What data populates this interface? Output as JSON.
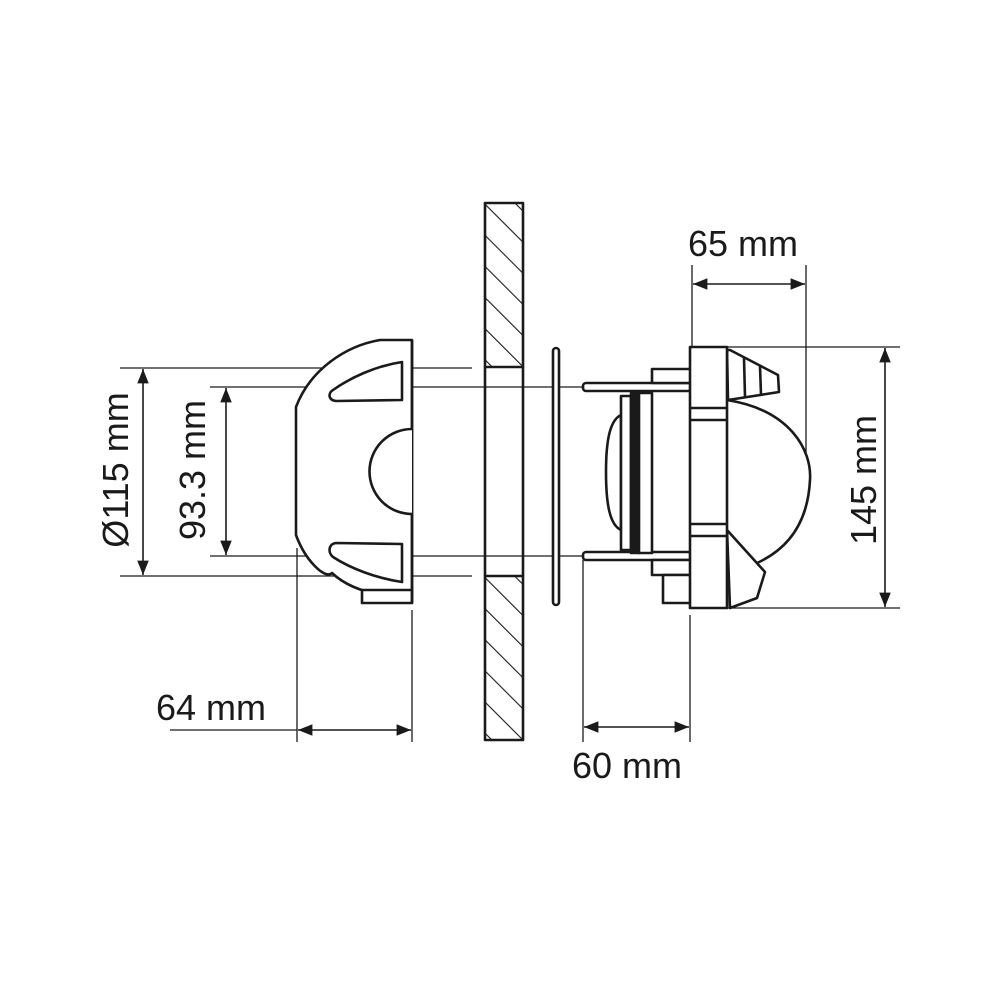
{
  "colors": {
    "line": "#1a1a1a",
    "background": "#ffffff"
  },
  "dimensions": {
    "width_front": "65 mm",
    "height_front": "145 mm",
    "diameter_cutout": "Ø115 mm",
    "inner_spacing": "93.3 mm",
    "depth_rear": "64 mm",
    "depth_front": "60 mm"
  }
}
